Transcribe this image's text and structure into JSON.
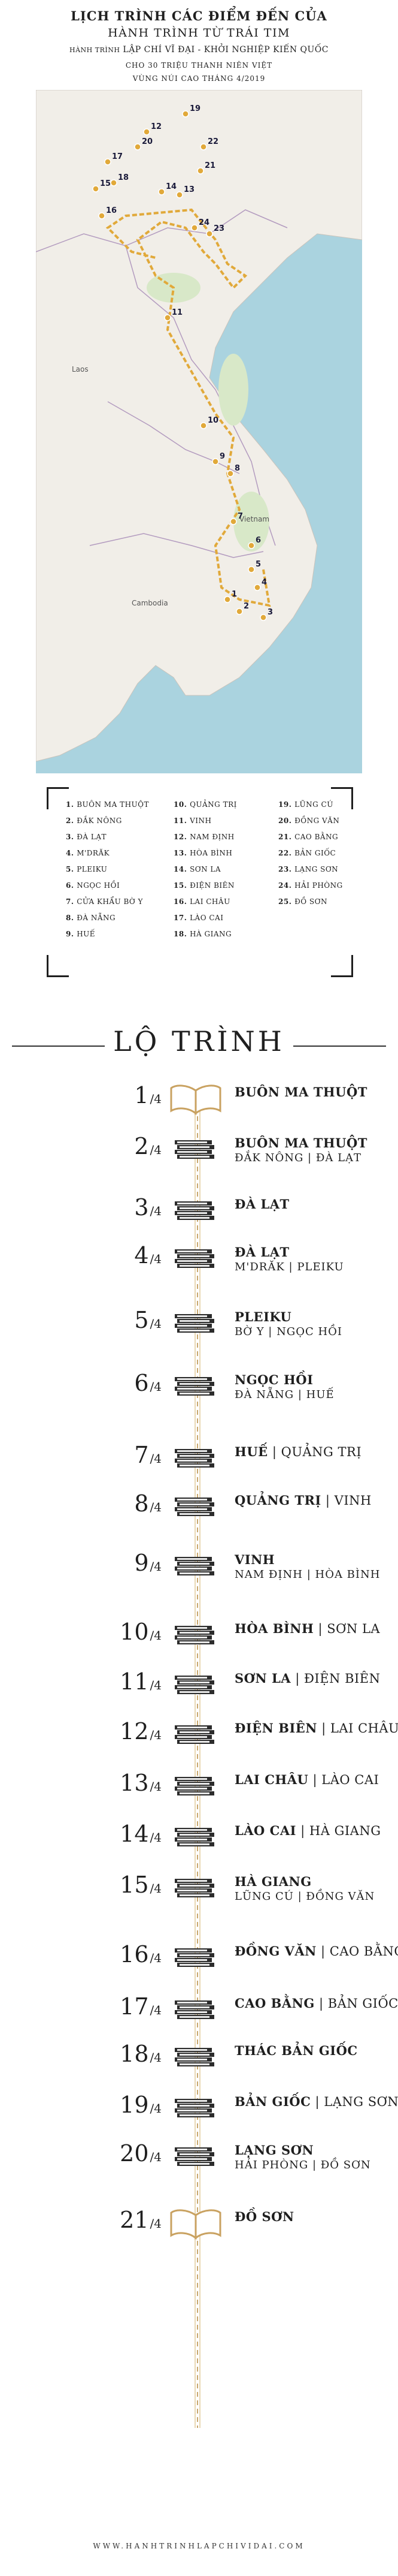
{
  "header": {
    "line1": "LỊCH TRÌNH CÁC ĐIỂM ĐẾN CỦA",
    "line2": "HÀNH TRÌNH TỪ TRÁI TIM",
    "line3_prefix": "HÀNH TRÌNH",
    "line3_main": "LẬP CHÍ VĨ ĐẠI - KHỞI NGHIỆP KIẾN QUỐC",
    "line4": "CHO 30 TRIỆU THANH NIÊN VIỆT",
    "line5": "VÙNG NÚI CAO THÁNG 4/2019"
  },
  "map": {
    "labels": {
      "laos": "Laos",
      "vietnam": "Vietnam",
      "cambodia": "Cambodia"
    },
    "markers": [
      "19",
      "12",
      "17",
      "18",
      "20",
      "22",
      "15",
      "16",
      "14",
      "13",
      "21",
      "24",
      "23",
      "11",
      "10",
      "9",
      "8",
      "7",
      "6",
      "5",
      "4",
      "3",
      "2",
      "1"
    ],
    "colors": {
      "sea": "#aad3df",
      "land": "#f1eee8",
      "route": "#e1a93a"
    }
  },
  "legend": {
    "col1": [
      {
        "n": "1.",
        "name": "BUÔN MA THUỘT"
      },
      {
        "n": "2.",
        "name": "ĐẮK NÔNG"
      },
      {
        "n": "3.",
        "name": "ĐÀ LẠT"
      },
      {
        "n": "4.",
        "name": "M'DRĂK"
      },
      {
        "n": "5.",
        "name": "PLEIKU"
      },
      {
        "n": "6.",
        "name": "NGỌC HỒI"
      },
      {
        "n": "7.",
        "name": "CỬA KHẨU BỜ Y"
      },
      {
        "n": "8.",
        "name": "ĐÀ NẴNG"
      },
      {
        "n": "9.",
        "name": "HUẾ"
      }
    ],
    "col2": [
      {
        "n": "10.",
        "name": "QUẢNG TRỊ"
      },
      {
        "n": "11.",
        "name": "VINH"
      },
      {
        "n": "12.",
        "name": "NAM ĐỊNH"
      },
      {
        "n": "13.",
        "name": "HÒA BÌNH"
      },
      {
        "n": "14.",
        "name": "SƠN LA"
      },
      {
        "n": "15.",
        "name": "ĐIỆN BIÊN"
      },
      {
        "n": "16.",
        "name": "LAI CHÂU"
      },
      {
        "n": "17.",
        "name": "LÀO CAI"
      },
      {
        "n": "18.",
        "name": "HÀ GIANG"
      }
    ],
    "col3": [
      {
        "n": "19.",
        "name": "LŨNG CÚ"
      },
      {
        "n": "20.",
        "name": "ĐỒNG VĂN"
      },
      {
        "n": "21.",
        "name": "CAO BẰNG"
      },
      {
        "n": "22.",
        "name": "BẢN GIỐC"
      },
      {
        "n": "23.",
        "name": "LẠNG SƠN"
      },
      {
        "n": "24.",
        "name": "HẢI PHÒNG"
      },
      {
        "n": "25.",
        "name": "ĐỒ SƠN"
      }
    ]
  },
  "section_title": "LỘ TRÌNH",
  "days": [
    {
      "d": "1",
      "m": "/4",
      "main": "BUÔN MA THUỘT",
      "rest": "",
      "sub": ""
    },
    {
      "d": "2",
      "m": "/4",
      "main": "BUÔN MA THUỘT",
      "rest": "",
      "sub": "ĐẮK NÔNG | ĐÀ LẠT"
    },
    {
      "d": "3",
      "m": "/4",
      "main": "ĐÀ LẠT",
      "rest": "",
      "sub": ""
    },
    {
      "d": "4",
      "m": "/4",
      "main": "ĐÀ LẠT",
      "rest": "",
      "sub": "M'DRĂK | PLEIKU"
    },
    {
      "d": "5",
      "m": "/4",
      "main": "PLEIKU",
      "rest": "",
      "sub": "BỜ Y | NGỌC HỒI"
    },
    {
      "d": "6",
      "m": "/4",
      "main": "NGỌC HỒI",
      "rest": "",
      "sub": "ĐÀ NẴNG | HUẾ"
    },
    {
      "d": "7",
      "m": "/4",
      "main": "HUẾ",
      "rest": " | QUẢNG TRỊ",
      "sub": ""
    },
    {
      "d": "8",
      "m": "/4",
      "main": "QUẢNG TRỊ",
      "rest": " | VINH",
      "sub": ""
    },
    {
      "d": "9",
      "m": "/4",
      "main": "VINH",
      "rest": "",
      "sub": "NAM ĐỊNH | HÒA BÌNH"
    },
    {
      "d": "10",
      "m": "/4",
      "main": "HÒA BÌNH",
      "rest": " | SƠN LA",
      "sub": ""
    },
    {
      "d": "11",
      "m": "/4",
      "main": "SƠN LA",
      "rest": " | ĐIỆN BIÊN",
      "sub": ""
    },
    {
      "d": "12",
      "m": "/4",
      "main": "ĐIỆN BIÊN",
      "rest": " | LAI CHÂU",
      "sub": ""
    },
    {
      "d": "13",
      "m": "/4",
      "main": "LAI CHÂU",
      "rest": " | LÀO CAI",
      "sub": ""
    },
    {
      "d": "14",
      "m": "/4",
      "main": "LÀO CAI",
      "rest": " | HÀ GIANG",
      "sub": ""
    },
    {
      "d": "15",
      "m": "/4",
      "main": "HÀ GIANG",
      "rest": "",
      "sub": "LŨNG CÚ | ĐỒNG VĂN"
    },
    {
      "d": "16",
      "m": "/4",
      "main": "ĐỒNG VĂN",
      "rest": " | CAO BẰNG",
      "sub": ""
    },
    {
      "d": "17",
      "m": "/4",
      "main": "CAO BẰNG",
      "rest": " | BẢN GIỐC",
      "sub": ""
    },
    {
      "d": "18",
      "m": "/4",
      "main": "THÁC BẢN GIỐC",
      "rest": "",
      "sub": ""
    },
    {
      "d": "19",
      "m": "/4",
      "main": "BẢN GIỐC",
      "rest": " | LẠNG SƠN",
      "sub": ""
    },
    {
      "d": "20",
      "m": "/4",
      "main": "LẠNG SƠN",
      "rest": "",
      "sub": "HẢI PHÒNG | ĐỒ SƠN"
    },
    {
      "d": "21",
      "m": "/4",
      "main": "ĐỒ SƠN",
      "rest": "",
      "sub": ""
    }
  ],
  "footer": "WWW.HANHTRINHLAPCHIVIDAI.COM"
}
